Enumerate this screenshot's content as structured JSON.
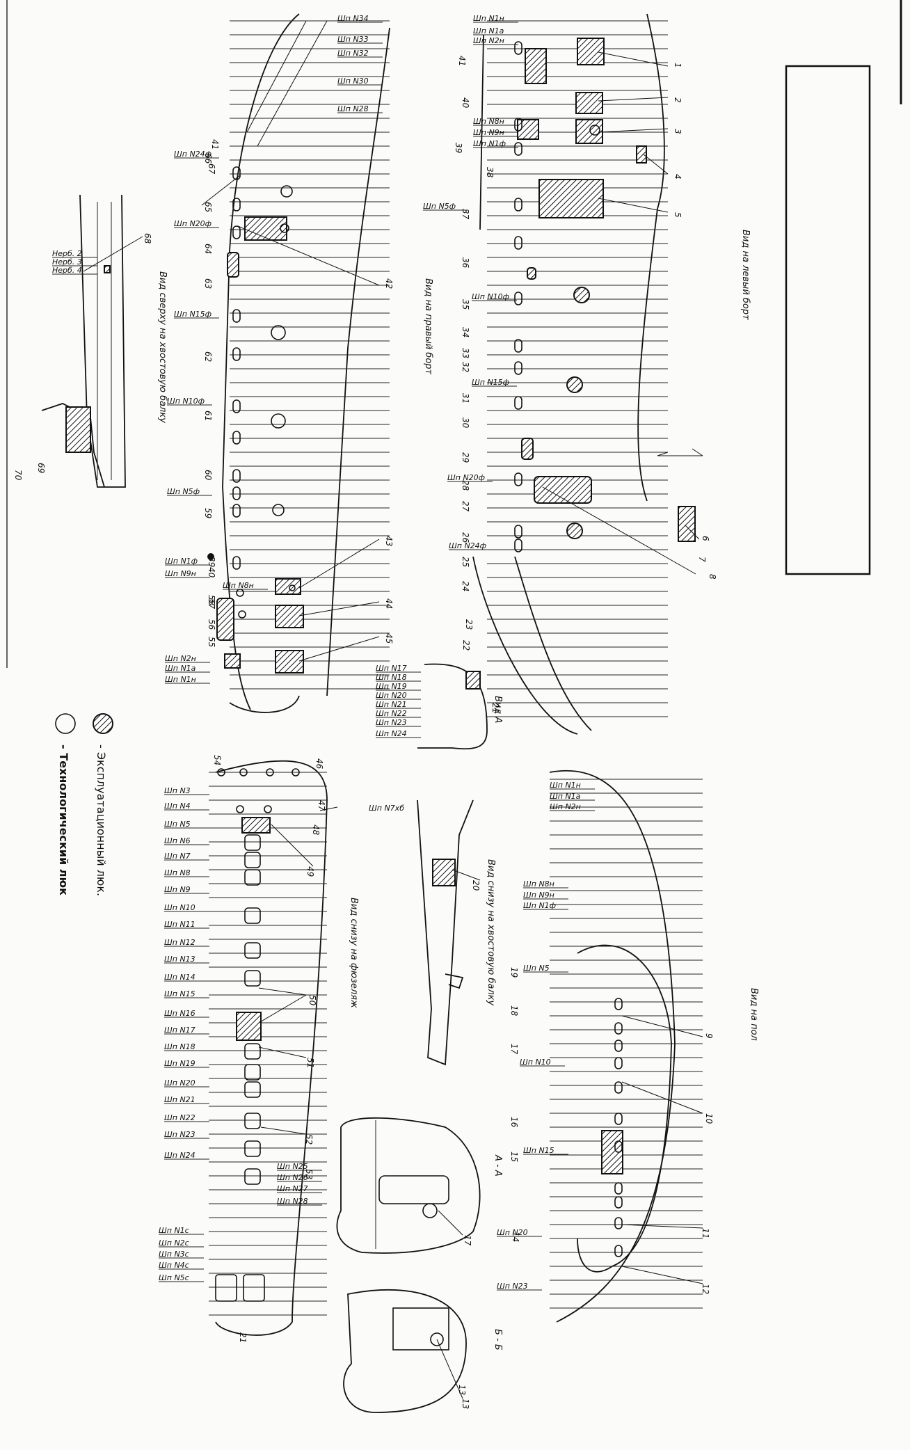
{
  "legend": {
    "operational": "- Эксплуатационный люк.",
    "technological": "- Технологический люк"
  },
  "views": {
    "left_side": "Вид на левый борт",
    "right_side": "Вид на правый борт",
    "top_tail": "Вид сверху на хвостовую балку",
    "bottom_fuselage": "Вид снизу на фюзеляж",
    "bottom_tail": "Вид снизу на хвостовую балку",
    "bottom_wing": "Вид на пол",
    "section_a": "Вид А",
    "section_aa": "А - А",
    "section_bb": "Б - Б"
  },
  "frame_labels": {
    "right_tail": [
      "Шп N34",
      "Шп N33",
      "Шп N32",
      "Шп N30",
      "Шп N28"
    ],
    "right_main": [
      "Шп N24ф",
      "Шп N20ф",
      "Шп N15ф",
      "Шп N10ф",
      "Шп N5ф",
      "Шп N1ф",
      "Шп N9н",
      "Шп N8н",
      "Шп N2н",
      "Шп N1а",
      "Шп N1н"
    ],
    "left_main": [
      "Шп N1н",
      "Шп N1а",
      "Шп N2н",
      "Шп N8н",
      "Шп N9н",
      "Шп N1ф",
      "Шп N5ф",
      "Шп N10ф",
      "Шп N15ф",
      "Шп N20ф",
      "Шп N24ф"
    ],
    "section_a": [
      "Шп N17",
      "Шп N18",
      "Шп N19",
      "Шп N20",
      "Шп N21",
      "Шп N22",
      "Шп N23",
      "Шп N24"
    ],
    "bottom": [
      "Шп N3",
      "Шп N4",
      "Шп N5",
      "Шп N6",
      "Шп N7",
      "Шп N8",
      "Шп N9",
      "Шп N10",
      "Шп N11",
      "Шп N12",
      "Шп N13",
      "Шп N14",
      "Шп N15",
      "Шп N16",
      "Шп N17",
      "Шп N18",
      "Шп N19",
      "Шп N20",
      "Шп N21",
      "Шп N22",
      "Шп N23",
      "Шп N24"
    ],
    "bottom_tail": [
      "Шп N25",
      "Шп N26",
      "Шп N27",
      "Шп N28"
    ],
    "bottom_tail2": [
      "Шп N1c",
      "Шп N2c",
      "Шп N3c",
      "Шп N4c",
      "Шп N5c"
    ],
    "floor": [
      "Шп N1н",
      "Шп N1а",
      "Шп N2н",
      "Шп N8н",
      "Шп N9н",
      "Шп N1ф",
      "Шп N5",
      "Шп N10",
      "Шп N15",
      "Шп N20",
      "Шп N23"
    ],
    "tail_ribs": [
      "Нерб. 2",
      "Нерб. 3",
      "Нерб. 4"
    ],
    "tail_beam": "Шп N7хб"
  },
  "callouts": {
    "right_view": [
      "39",
      "40",
      "41",
      "42",
      "43",
      "44",
      "45",
      "55",
      "56",
      "57",
      "58",
      "59",
      "60",
      "61",
      "62",
      "63",
      "64",
      "65",
      "66",
      "67"
    ],
    "left_view": [
      "1",
      "2",
      "3",
      "4",
      "5",
      "6",
      "7",
      "8",
      "21",
      "22",
      "23",
      "24",
      "25",
      "26",
      "27",
      "28",
      "29",
      "30",
      "31",
      "32",
      "33",
      "34",
      "35",
      "36",
      "37",
      "38",
      "39",
      "40",
      "41"
    ],
    "tail_top": [
      "68",
      "69",
      "70"
    ],
    "bottom_view": [
      "46",
      "47",
      "48",
      "49",
      "50",
      "51",
      "52",
      "53",
      "54",
      "21"
    ],
    "tail_bottom": [
      "20"
    ],
    "floor_view": [
      "9",
      "10",
      "11",
      "12",
      "13",
      "14",
      "15",
      "16",
      "17",
      "18",
      "19"
    ],
    "section_aa": [
      "17"
    ],
    "section_bb": [
      "13"
    ]
  }
}
